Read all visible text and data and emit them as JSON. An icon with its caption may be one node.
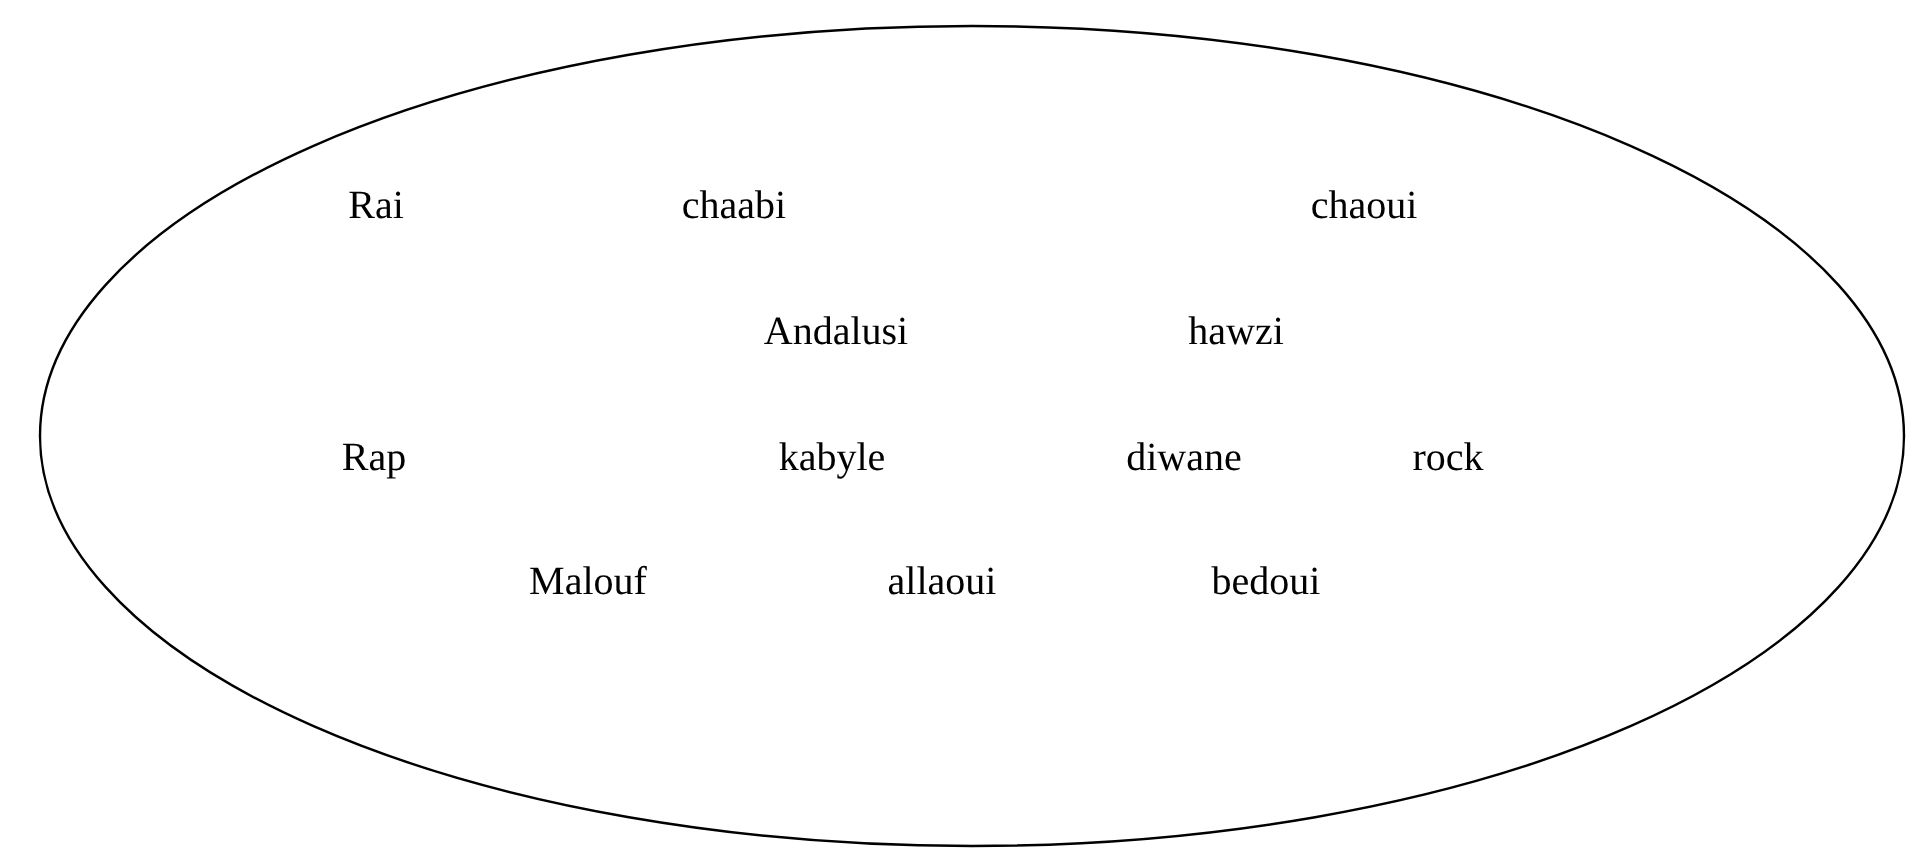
{
  "diagram": {
    "nodes": [
      {
        "text": [
          "Rai",
          "chaabi",
          "chaoui",
          "Andalusi",
          "hawzi",
          "Rap",
          "kabyle",
          "diwane",
          "rock",
          "Malouf",
          "allaoui",
          "bedoui"
        ]
      }
    ]
  }
}
